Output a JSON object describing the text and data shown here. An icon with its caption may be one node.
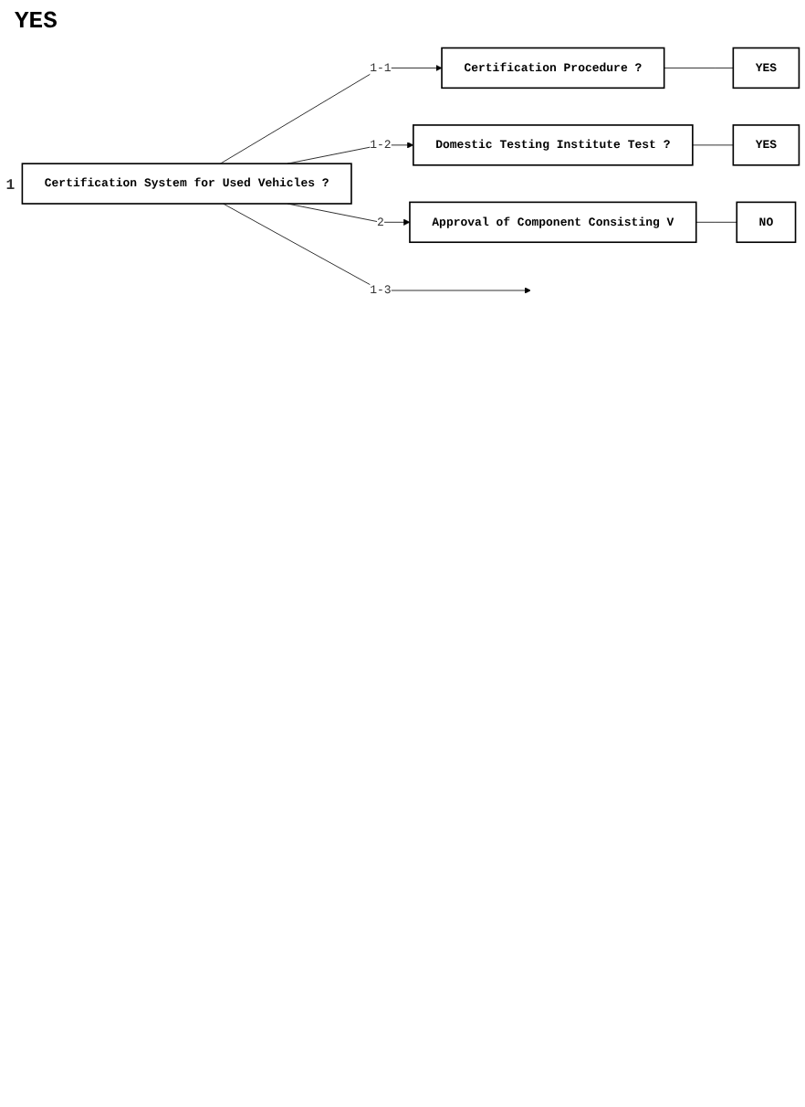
{
  "diagram": {
    "nodes": [
      {
        "text": [
          "Certification System for Used Vehicles ?"
        ],
        "beside": [
          "1"
        ]
      },
      {
        "text": [
          "Certification Procedure ?"
        ]
      },
      {
        "text": [
          "YES"
        ]
      },
      {
        "text": [
          "Domestic Testing Institute Test ?"
        ]
      },
      {
        "text": [
          "YES"
        ]
      },
      {
        "text": [
          "Approval of Component Consisting V"
        ]
      },
      {
        "text": [
          "NO"
        ]
      }
    ],
    "edges": [
      {
        "from": 0,
        "to": 1,
        "arrow": "to",
        "label": "1-1"
      },
      {
        "from": 1,
        "to": 2,
        "arrow": "none"
      },
      {
        "from": 0,
        "to": 3,
        "arrow": "to",
        "label": "1-2"
      },
      {
        "from": 3,
        "to": 4,
        "arrow": "none"
      },
      {
        "from": 0,
        "to": null,
        "arrow": "to",
        "label": "1-3"
      },
      {
        "from": 0,
        "to": 5,
        "arrow": "to",
        "label": "2"
      },
      {
        "from": 5,
        "to": 6,
        "arrow": "none"
      }
    ],
    "labels": [
      "YES"
    ]
  }
}
